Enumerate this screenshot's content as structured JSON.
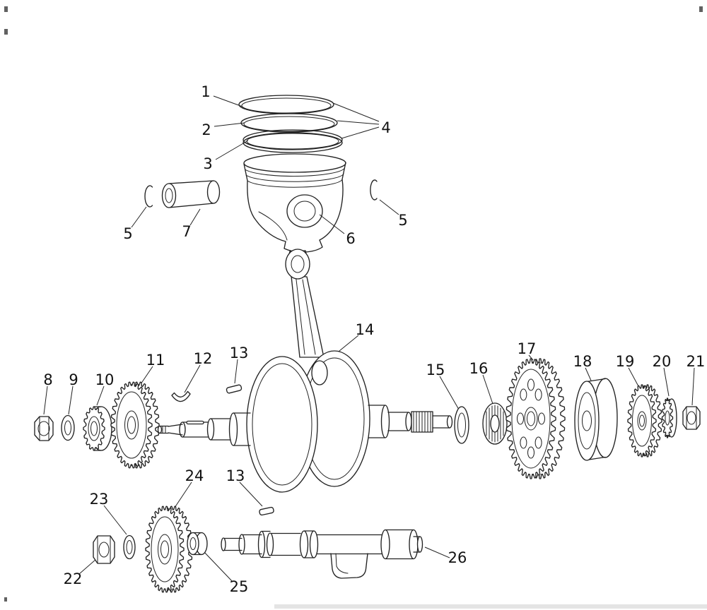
{
  "page": {
    "background_color": "#ffffff",
    "line_color": "#222222",
    "label_color": "#111111"
  },
  "diagram": {
    "type": "exploded-parts-diagram",
    "subject": "engine crankshaft, piston and balancer assembly",
    "callouts": [
      {
        "label": "1"
      },
      {
        "label": "2"
      },
      {
        "label": "3"
      },
      {
        "label": "4"
      },
      {
        "label": "5"
      },
      {
        "label": "7"
      },
      {
        "label": "6"
      },
      {
        "label": "5"
      },
      {
        "label": "14"
      },
      {
        "label": "8"
      },
      {
        "label": "9"
      },
      {
        "label": "10"
      },
      {
        "label": "11"
      },
      {
        "label": "12"
      },
      {
        "label": "13"
      },
      {
        "label": "15"
      },
      {
        "label": "16"
      },
      {
        "label": "17"
      },
      {
        "label": "18"
      },
      {
        "label": "19"
      },
      {
        "label": "20"
      },
      {
        "label": "21"
      },
      {
        "label": "22"
      },
      {
        "label": "23"
      },
      {
        "label": "24"
      },
      {
        "label": "13"
      },
      {
        "label": "25"
      },
      {
        "label": "26"
      }
    ]
  }
}
